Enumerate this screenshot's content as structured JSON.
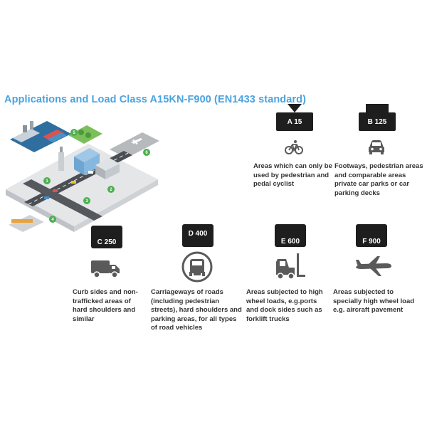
{
  "title": "Applications and Load Class A15KN-F900 (EN1433 standard)",
  "classes": [
    {
      "code": "A 15",
      "icon": "bicycle-icon",
      "description": "Areas which can only be used by pedestrian and pedal cyclist"
    },
    {
      "code": "B 125",
      "icon": "car-icon",
      "description": "Footways, pedestrian areas and comparable areas private car parks or car parking decks"
    },
    {
      "code": "C 250",
      "icon": "truck-icon",
      "description": "Curb sides and non-trafficked areas of hard shoulders and similar"
    },
    {
      "code": "D 400",
      "icon": "heavy-vehicle-icon",
      "description": "Carriageways of roads (including pedestrian streets), hard shoulders and parking areas, for all types of road vehicles"
    },
    {
      "code": "E 600",
      "icon": "forklift-icon",
      "description": "Areas subjected to high wheel loads, e.g.ports and dock sides such as forklift trucks"
    },
    {
      "code": "F 900",
      "icon": "airplane-icon",
      "description": "Areas subjected to specially high wheel load e.g. aircraft pavement"
    }
  ],
  "map_markers": [
    "1",
    "2",
    "3",
    "4",
    "5",
    "6"
  ],
  "colors": {
    "title": "#4aa3df",
    "badge": "#1e1e1e",
    "text": "#333333",
    "icon": "#5a5a5a",
    "marker": "#4caf50"
  }
}
